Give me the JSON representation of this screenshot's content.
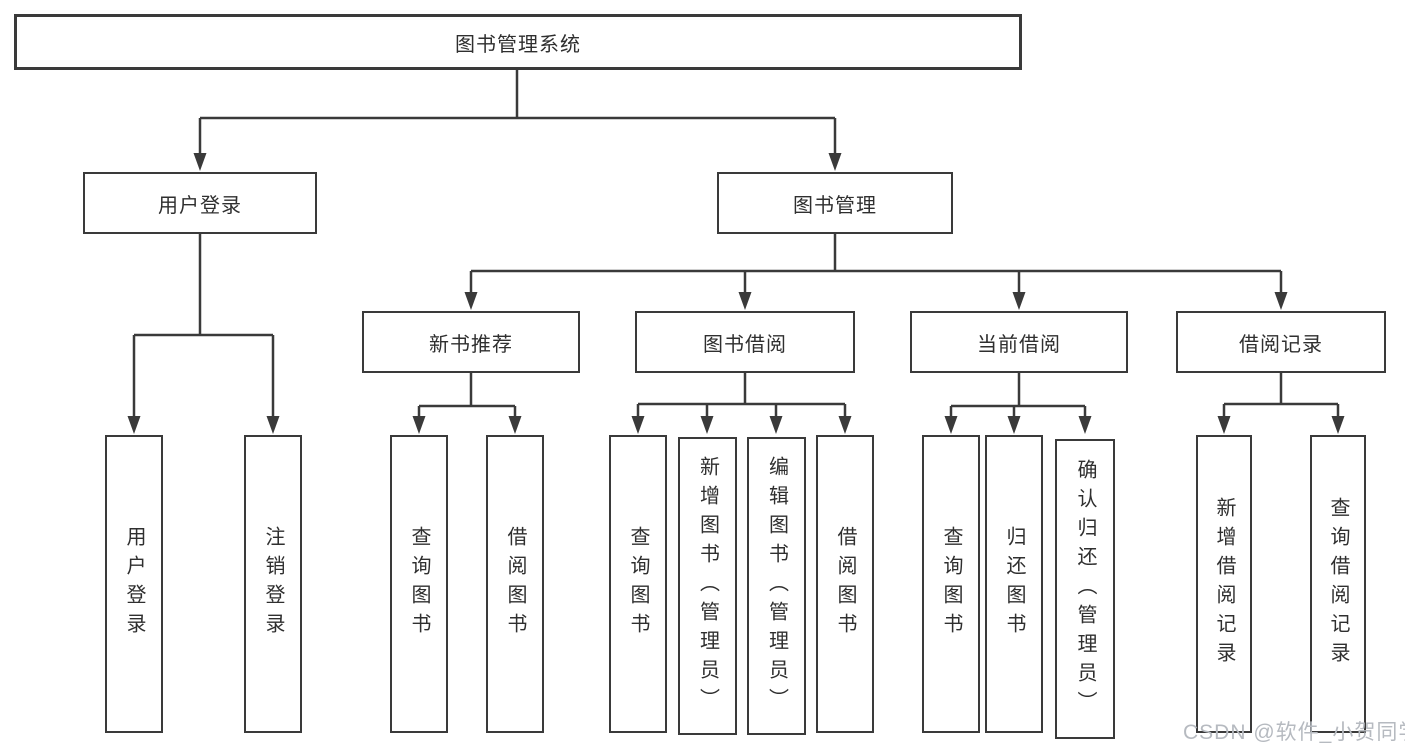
{
  "title": {
    "label": "图书管理系统"
  },
  "level2": [
    {
      "label": "用户登录"
    },
    {
      "label": "图书管理"
    }
  ],
  "level3": [
    {
      "label": "新书推荐"
    },
    {
      "label": "图书借阅"
    },
    {
      "label": "当前借阅"
    },
    {
      "label": "借阅记录"
    }
  ],
  "leaves": [
    {
      "label": "用户登录"
    },
    {
      "label": "注销登录"
    },
    {
      "label": "查询图书"
    },
    {
      "label": "借阅图书"
    },
    {
      "label": "查询图书"
    },
    {
      "label": "新增图书（管理员）"
    },
    {
      "label": "编辑图书（管理员）"
    },
    {
      "label": "借阅图书"
    },
    {
      "label": "查询图书"
    },
    {
      "label": "归还图书"
    },
    {
      "label": "确认归还（管理员）"
    },
    {
      "label": "新增借阅记录"
    },
    {
      "label": "查询借阅记录"
    }
  ],
  "watermark": {
    "text": "CSDN @软件_小贺同学"
  },
  "colors": {
    "line": "#3a3a3a",
    "text": "#2f2f2f",
    "background": "#ffffff",
    "watermark": "#b6bac0"
  }
}
